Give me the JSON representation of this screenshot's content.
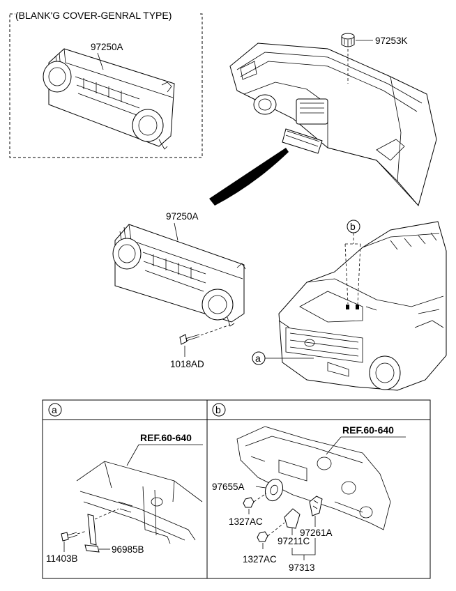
{
  "blanking_cover_caption": "(BLANK'G COVER-GENRAL TYPE)",
  "part_numbers": {
    "control_upper": "97250A",
    "knob": "97253K",
    "control_main": "97250A",
    "screw": "1018AD",
    "bolt": "11403B",
    "sensor": "96985B",
    "grommet": "97655A",
    "nut_upper": "1327AC",
    "nut_lower": "1327AC",
    "bracket": "97211C",
    "sensor_b": "97261A",
    "assembly": "97313"
  },
  "callouts": {
    "a": "a",
    "b": "b"
  },
  "panels": {
    "a": {
      "letter": "a",
      "ref": "REF.60-640"
    },
    "b": {
      "letter": "b",
      "ref": "REF.60-640"
    }
  }
}
